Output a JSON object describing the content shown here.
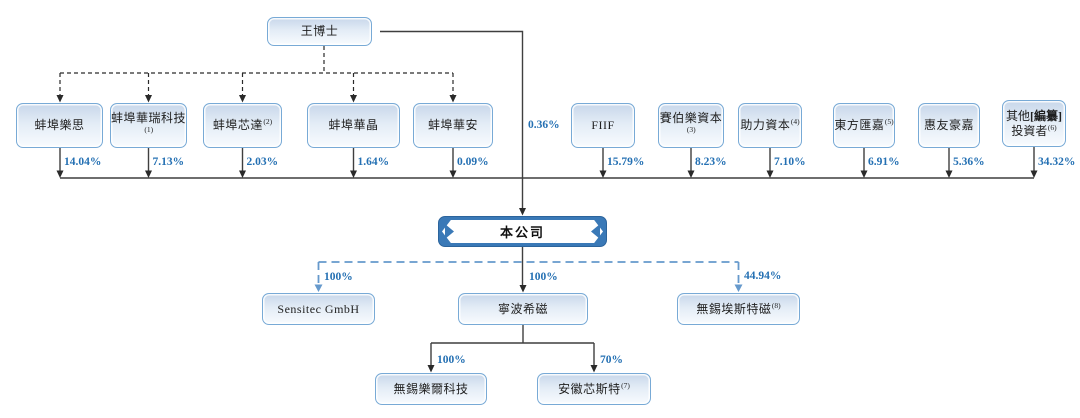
{
  "colors": {
    "percent_text": "#2470b3",
    "box_border": "#78aad6",
    "box_fill_top": "#c8d7ea",
    "company_fill": "#3a79b7",
    "blue_dashed_line": "#6699cc",
    "solid_line": "#3f3f3f"
  },
  "diagram": {
    "controller": {
      "name": "王博士",
      "direct_pct": "0.36%"
    },
    "shareholders": [
      {
        "name": "蚌埠樂思",
        "pct": "14.04%"
      },
      {
        "name": "蚌埠華瑞科技",
        "note": "(1)",
        "pct": "7.13%"
      },
      {
        "name": "蚌埠芯達",
        "note": "(2)",
        "pct": "2.03%"
      },
      {
        "name": "蚌埠華晶",
        "pct": "1.64%"
      },
      {
        "name": "蚌埠華安",
        "pct": "0.09%"
      },
      {
        "name": "FIIF",
        "pct": "15.79%"
      },
      {
        "name": "賽伯樂資本",
        "note": "(3)",
        "pct": "8.23%"
      },
      {
        "name": "助力資本",
        "note": "(4)",
        "pct": "7.10%"
      },
      {
        "name": "東方匯嘉",
        "note": "(5)",
        "pct": "6.91%"
      },
      {
        "name": "惠友豪嘉",
        "pct": "5.36%"
      },
      {
        "line1_prefix": "其他",
        "line1_redacted": "[編纂]",
        "line2": "投資者",
        "note": "(6)",
        "pct": "34.32%"
      }
    ],
    "company": {
      "name": "本公司"
    },
    "subsidiaries": [
      {
        "name": "Sensitec GmbH",
        "pct": "100%"
      },
      {
        "name": "寧波希磁",
        "pct": "100%"
      },
      {
        "name": "無錫埃斯特磁",
        "note": "(8)",
        "pct": "44.94%"
      }
    ],
    "second_level": [
      {
        "name": "無錫樂爾科技",
        "pct": "100%"
      },
      {
        "name": "安徽芯斯特",
        "note": "(7)",
        "pct": "70%"
      }
    ]
  }
}
